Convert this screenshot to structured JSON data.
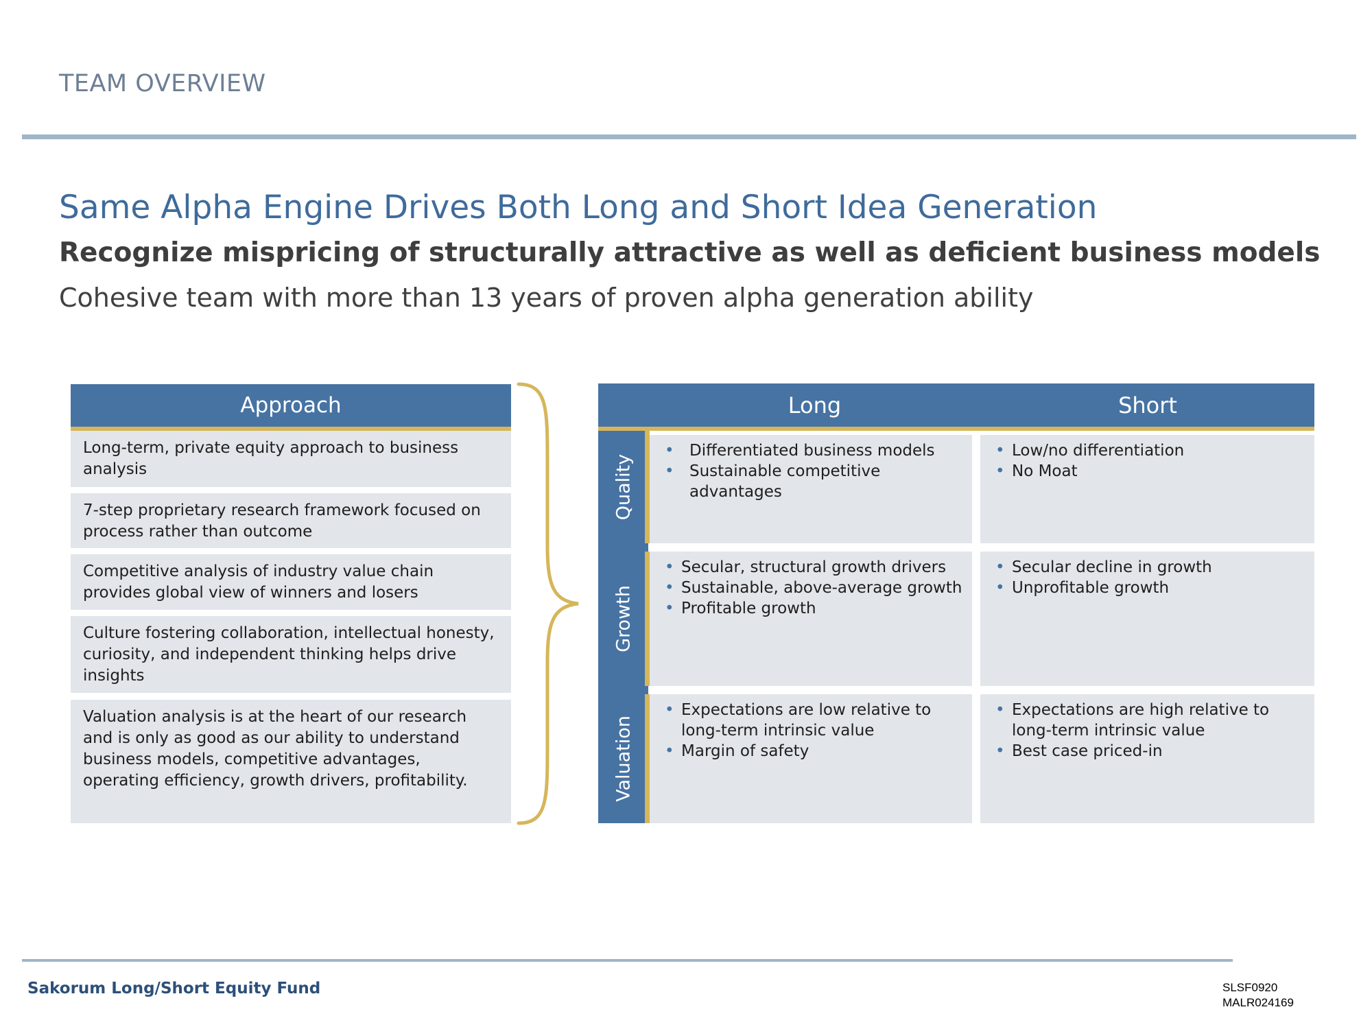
{
  "header": {
    "section": "TEAM OVERVIEW",
    "title": "Same Alpha Engine Drives Both Long and Short Idea Generation",
    "subtitle": "Recognize mispricing of structurally attractive as well as deficient business models",
    "tagline": "Cohesive team with more than 13 years of proven alpha generation ability"
  },
  "approach": {
    "header": "Approach",
    "items": [
      "Long-term, private equity approach to business analysis",
      "7-step proprietary research framework focused on process rather than outcome",
      "Competitive analysis of industry value chain provides global view of winners and losers",
      "Culture fostering collaboration, intellectual honesty, curiosity, and independent thinking helps drive insights",
      "Valuation analysis is at the heart of our research and is only as good as our ability to understand business models, competitive advantages, operating efficiency, growth drivers, profitability."
    ]
  },
  "matrix": {
    "columns": [
      "Long",
      "Short"
    ],
    "rows": [
      {
        "label": "Quality",
        "long": [
          "Differentiated business   models",
          "Sustainable competitive advantages"
        ],
        "short": [
          "Low/no differentiation",
          "No Moat"
        ]
      },
      {
        "label": "Growth",
        "long": [
          "Secular, structural growth drivers",
          "Sustainable, above-average growth",
          "Profitable growth"
        ],
        "short": [
          "Secular decline in growth",
          "Unprofitable growth"
        ]
      },
      {
        "label": "Valuation",
        "long": [
          "Expectations are low relative to long-term intrinsic value",
          "Margin of safety"
        ],
        "short": [
          "Expectations are high relative to long-term intrinsic value",
          "Best case priced-in"
        ]
      }
    ]
  },
  "footer": {
    "fund_name": "Sakorum Long/Short Equity Fund",
    "code1": "SLSF0920",
    "code2": "MALR024169"
  },
  "colors": {
    "brand_blue": "#4773a3",
    "gold_accent": "#d6b65b",
    "cell_gray": "#e2e5ea",
    "rule_blue": "#9fb5c8"
  }
}
